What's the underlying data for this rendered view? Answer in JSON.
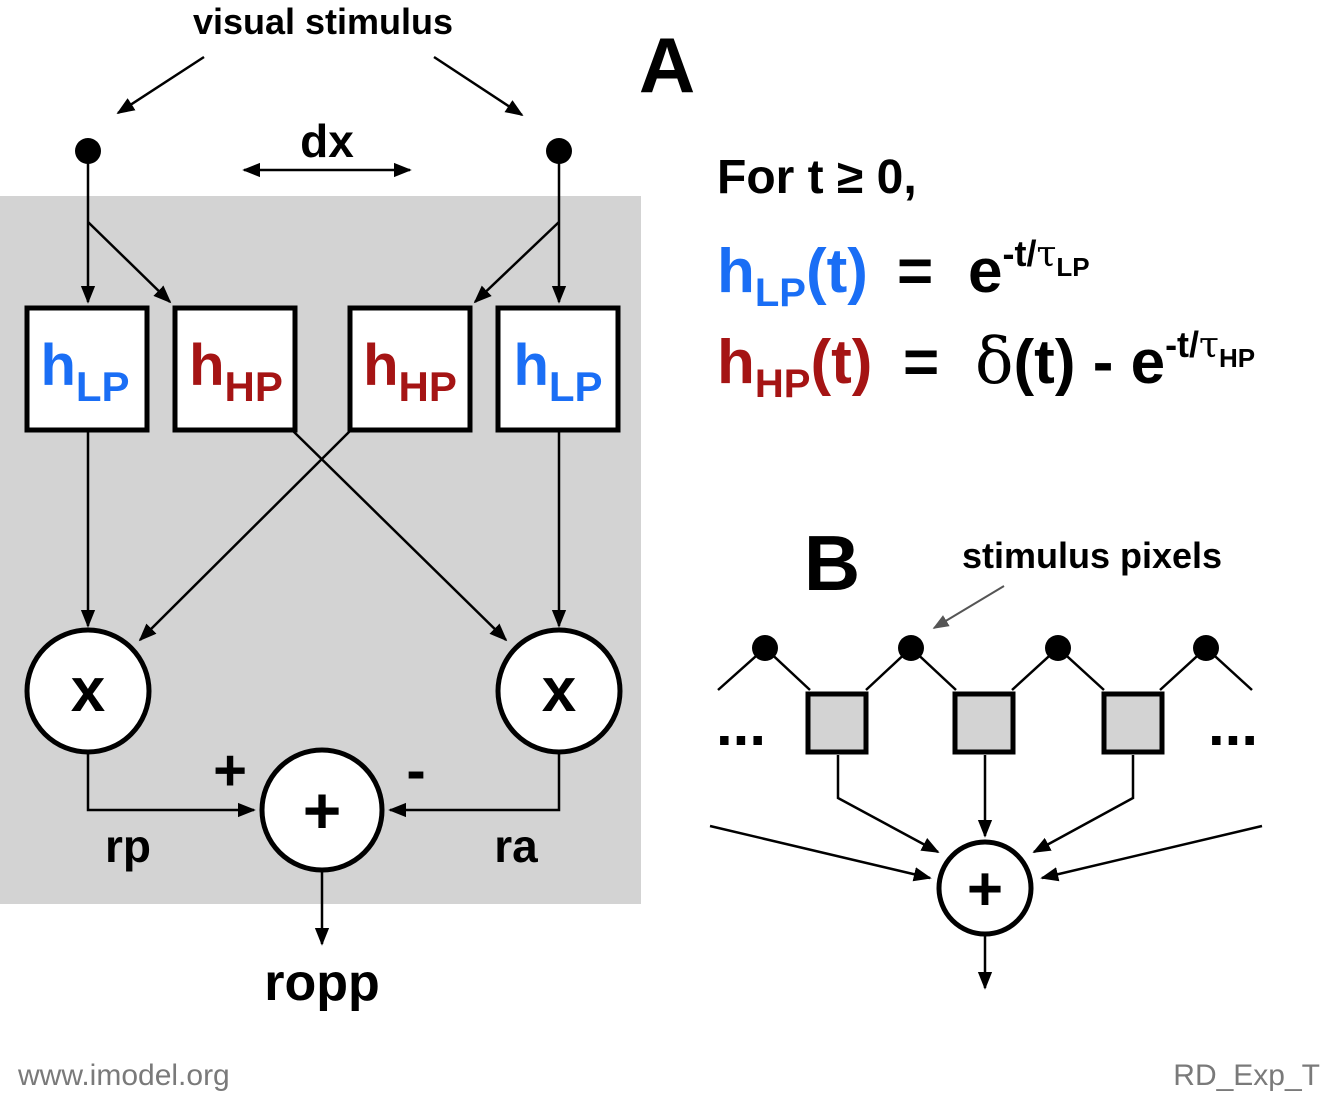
{
  "panel_a": {
    "panel_label": "A",
    "stimulus_label": "visual stimulus",
    "dx_label": "dx",
    "filters": [
      {
        "base": "h",
        "sub": "LP"
      },
      {
        "base": "h",
        "sub": "HP"
      },
      {
        "base": "h",
        "sub": "HP"
      },
      {
        "base": "h",
        "sub": "LP"
      }
    ],
    "multiplier_symbol": "x",
    "sum_symbol": "+",
    "plus_sign": "+",
    "minus_sign": "-",
    "left_output": "rp",
    "right_output": "ra",
    "final_output": "ropp"
  },
  "equations": {
    "condition_pre": "For t ",
    "condition_rel": "≥",
    "condition_post": " 0,",
    "lp": {
      "h": "h",
      "sub": "LP",
      "arg": "(t)",
      "eq": "=",
      "rhs_base": "e",
      "rhs_exp_pre": "-t/",
      "rhs_tau": "τ",
      "rhs_tau_sub": "LP"
    },
    "hp": {
      "h": "h",
      "sub": "HP",
      "arg": "(t)",
      "eq": "=",
      "delta": "δ",
      "delta_arg": "(t) - e",
      "rhs_exp_pre": "-t/",
      "rhs_tau": "τ",
      "rhs_tau_sub": "HP"
    }
  },
  "panel_b": {
    "panel_label": "B",
    "pixels_label": "stimulus pixels",
    "ellipsis_left": "...",
    "ellipsis_right": "...",
    "sum_symbol": "+"
  },
  "footer": {
    "website": "www.imodel.org",
    "figure_id": "RD_Exp_T"
  },
  "colors": {
    "lowpass": "#1a6ef5",
    "highpass": "#a51414",
    "shading": "#d3d3d3"
  }
}
